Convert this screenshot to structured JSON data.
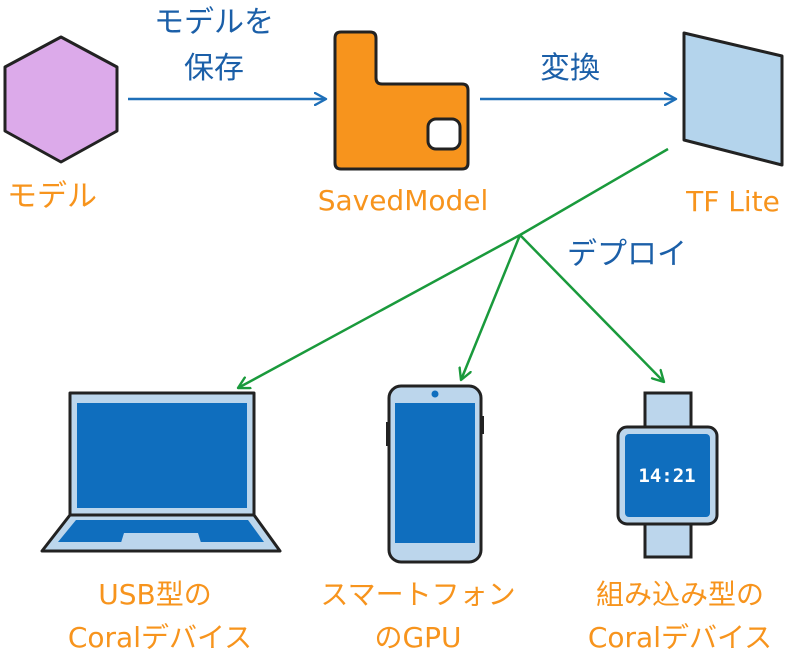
{
  "nodes": {
    "model": {
      "label": "モデル"
    },
    "savedmodel": {
      "label": "SavedModel"
    },
    "tflite": {
      "label": "TF Lite"
    }
  },
  "edges": {
    "save": {
      "line1": "モデルを",
      "line2": "保存"
    },
    "convert": {
      "label": "変換"
    },
    "deploy": {
      "label": "デプロイ"
    }
  },
  "devices": {
    "usb": {
      "line1": "USB型の",
      "line2": "Coralデバイス"
    },
    "phone": {
      "line1": "スマートフォン",
      "line2": "のGPU"
    },
    "embedded": {
      "line1": "組み込み型の",
      "line2": "Coralデバイス",
      "watch_time": "14:21"
    }
  },
  "colors": {
    "hexagon": "#dcaaea",
    "savedmodel": "#f7941d",
    "tflite": "#b4d4ec",
    "device_blue": "#0f6ebe",
    "device_light": "#bcd6ec",
    "arrow_blue": "#1e6fb8",
    "arrow_green": "#1a9a3c",
    "label_orange": "#f7941d",
    "label_blue": "#1b5fa8"
  }
}
